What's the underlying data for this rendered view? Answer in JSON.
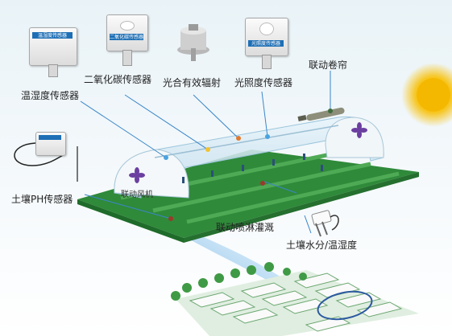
{
  "labels": {
    "temp_humidity": "温湿度传感器",
    "co2": "二氧化碳传感器",
    "par": "光合有效辐射",
    "light": "光照度传感器",
    "curtain": "联动卷帘",
    "soil_ph": "土壤PH传感器",
    "fan": "联动风机",
    "irrigation": "联动喷淋灌溉",
    "soil_moisture": "土壤水分/温湿度"
  },
  "device_text": {
    "temp_humidity_box": "温湿度传感器",
    "co2_box": "二氧化碳传感器",
    "light_box": "光照度传感器"
  },
  "colors": {
    "ground": "#2f8a3a",
    "ground_edge": "#1f6b2a",
    "greenhouse": "#cfe6f2",
    "sun": "#f5b800",
    "pointer_line": "#3a86c8",
    "device_screen": "#1e6fb5",
    "fan_icon": "#6b3fa0"
  }
}
